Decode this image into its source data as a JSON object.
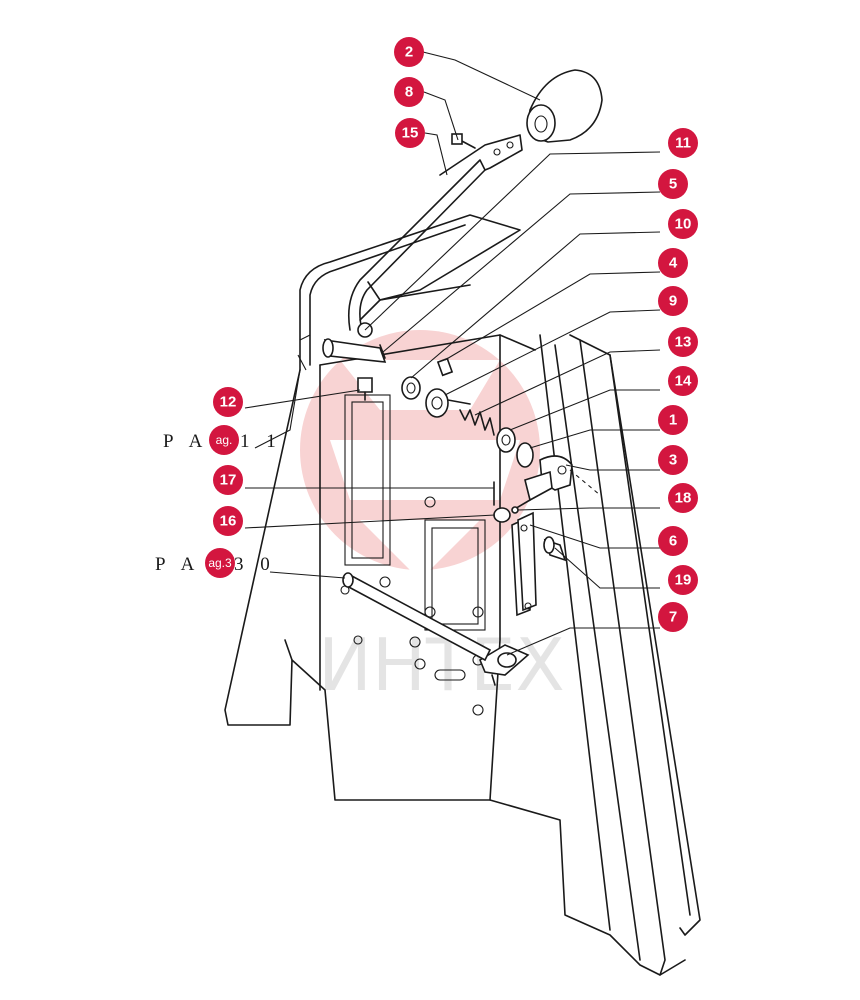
{
  "callouts": [
    {
      "label": "2"
    },
    {
      "label": "8"
    },
    {
      "label": "15"
    },
    {
      "label": "11"
    },
    {
      "label": "5"
    },
    {
      "label": "10"
    },
    {
      "label": "4"
    },
    {
      "label": "9"
    },
    {
      "label": "13"
    },
    {
      "label": "14"
    },
    {
      "label": "1"
    },
    {
      "label": "3"
    },
    {
      "label": "18"
    },
    {
      "label": "6"
    },
    {
      "label": "19"
    },
    {
      "label": "7"
    },
    {
      "label": "12"
    },
    {
      "label": "17"
    },
    {
      "label": "16"
    }
  ],
  "page_refs": [
    {
      "prefix": "P A",
      "badge": "ag.",
      "suffix": "1  1"
    },
    {
      "prefix": "P A",
      "badge": "ag.3",
      "suffix": "3  0"
    }
  ],
  "watermark": {
    "text": "ИНТЕХ",
    "color": "#e03a3a"
  },
  "colors": {
    "callout": "#d3163f",
    "line": "#1a1a1a"
  }
}
